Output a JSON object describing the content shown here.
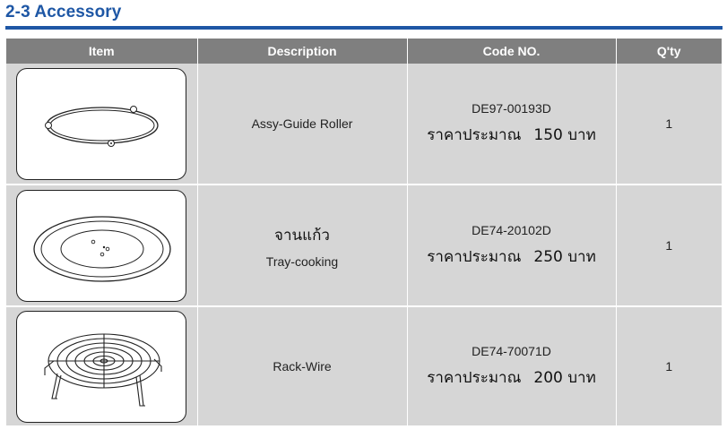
{
  "section_title": "2-3 Accessory",
  "table": {
    "headers": [
      "Item",
      "Description",
      "Code NO.",
      "Q'ty"
    ],
    "rows": [
      {
        "thai_name": "",
        "description": "Assy-Guide Roller",
        "code": "DE97-00193D",
        "price_label": "ราคาประมาณ",
        "price_value": "150 บาท",
        "qty": "1",
        "image": "guide-roller-ring"
      },
      {
        "thai_name": "จานแก้ว",
        "description": "Tray-cooking",
        "code": "DE74-20102D",
        "price_label": "ราคาประมาณ",
        "price_value": "250 บาท",
        "qty": "1",
        "image": "glass-tray"
      },
      {
        "thai_name": "",
        "description": "Rack-Wire",
        "code": "DE74-70071D",
        "price_label": "ราคาประมาณ",
        "price_value": "200 บาท",
        "qty": "1",
        "image": "wire-rack"
      }
    ]
  },
  "colors": {
    "title_blue": "#1e57a5",
    "header_gray": "#7f7f7f",
    "cell_gray": "#d6d6d6"
  }
}
